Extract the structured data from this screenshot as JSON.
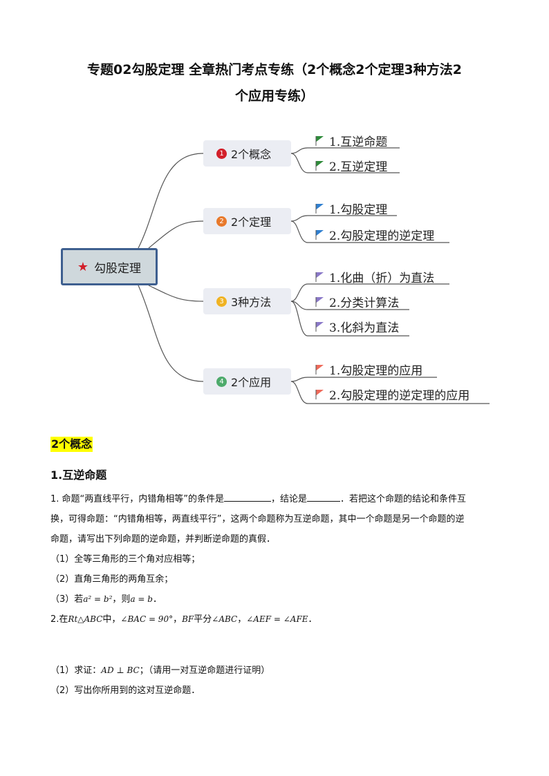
{
  "title_line1": "专题02勾股定理 全章热门考点专练（2个概念2个定理3种方法2",
  "title_line2": "个应用专练）",
  "mindmap": {
    "root": "勾股定理",
    "branches": [
      {
        "num": "1",
        "label": "2个概念",
        "color": "#d21f2a",
        "flag_color": "#2e8b3a",
        "leaves": [
          "1.互逆命题",
          "2.互逆定理"
        ]
      },
      {
        "num": "2",
        "label": "2个定理",
        "color": "#e8792b",
        "flag_color": "#2f7fd0",
        "leaves": [
          "1.勾股定理",
          "2.勾股定理的逆定理"
        ]
      },
      {
        "num": "3",
        "label": "3种方法",
        "color": "#f0b323",
        "flag_color": "#8a78c8",
        "leaves": [
          "1.化曲（折）为直法",
          "2.分类计算法",
          "3.化斜为直法"
        ]
      },
      {
        "num": "4",
        "label": "2个应用",
        "color": "#4daa6b",
        "flag_color": "#ef6a5a",
        "leaves": [
          "1.勾股定理的应用",
          "2.勾股定理的逆定理的应用"
        ]
      }
    ]
  },
  "section_heading": "2个概念",
  "sub_heading": "1.互逆命题",
  "q1": {
    "p1_a": "1. 命题“两直线平行，内错角相等”的条件是",
    "p1_b": "，结论是",
    "p1_c": "．若把这个命题的结论和条件互",
    "p2": "换，可得命题：“内错角相等，两直线平行”，这两个命题称为互逆命题，其中一个命题是另一个命题的逆",
    "p3": "命题，请写出下列命题的逆命题，并判断逆命题的真假．",
    "i1": "（1）全等三角形的三个角对应相等；",
    "i2": "（2）直角三角形的两角互余；",
    "i3_a": "（3）若",
    "i3_m1": "a² = b²",
    "i3_b": "，则",
    "i3_m2": "a = b",
    "i3_c": "．"
  },
  "q2": {
    "a": "2.在",
    "m1": "Rt△ABC",
    "b": "中，",
    "m2": "∠BAC = 90°",
    "c": "，",
    "m3": "BF",
    "d": "平分",
    "m4": "∠ABC",
    "e": "，",
    "m5": "∠AEF = ∠AFE",
    "f": "．",
    "s1_a": "（1）求证：",
    "s1_m": "AD ⊥ BC",
    "s1_b": "；（请用一对互逆命题进行证明）",
    "s2": "（2）写出你所用到的这对互逆命题．"
  }
}
